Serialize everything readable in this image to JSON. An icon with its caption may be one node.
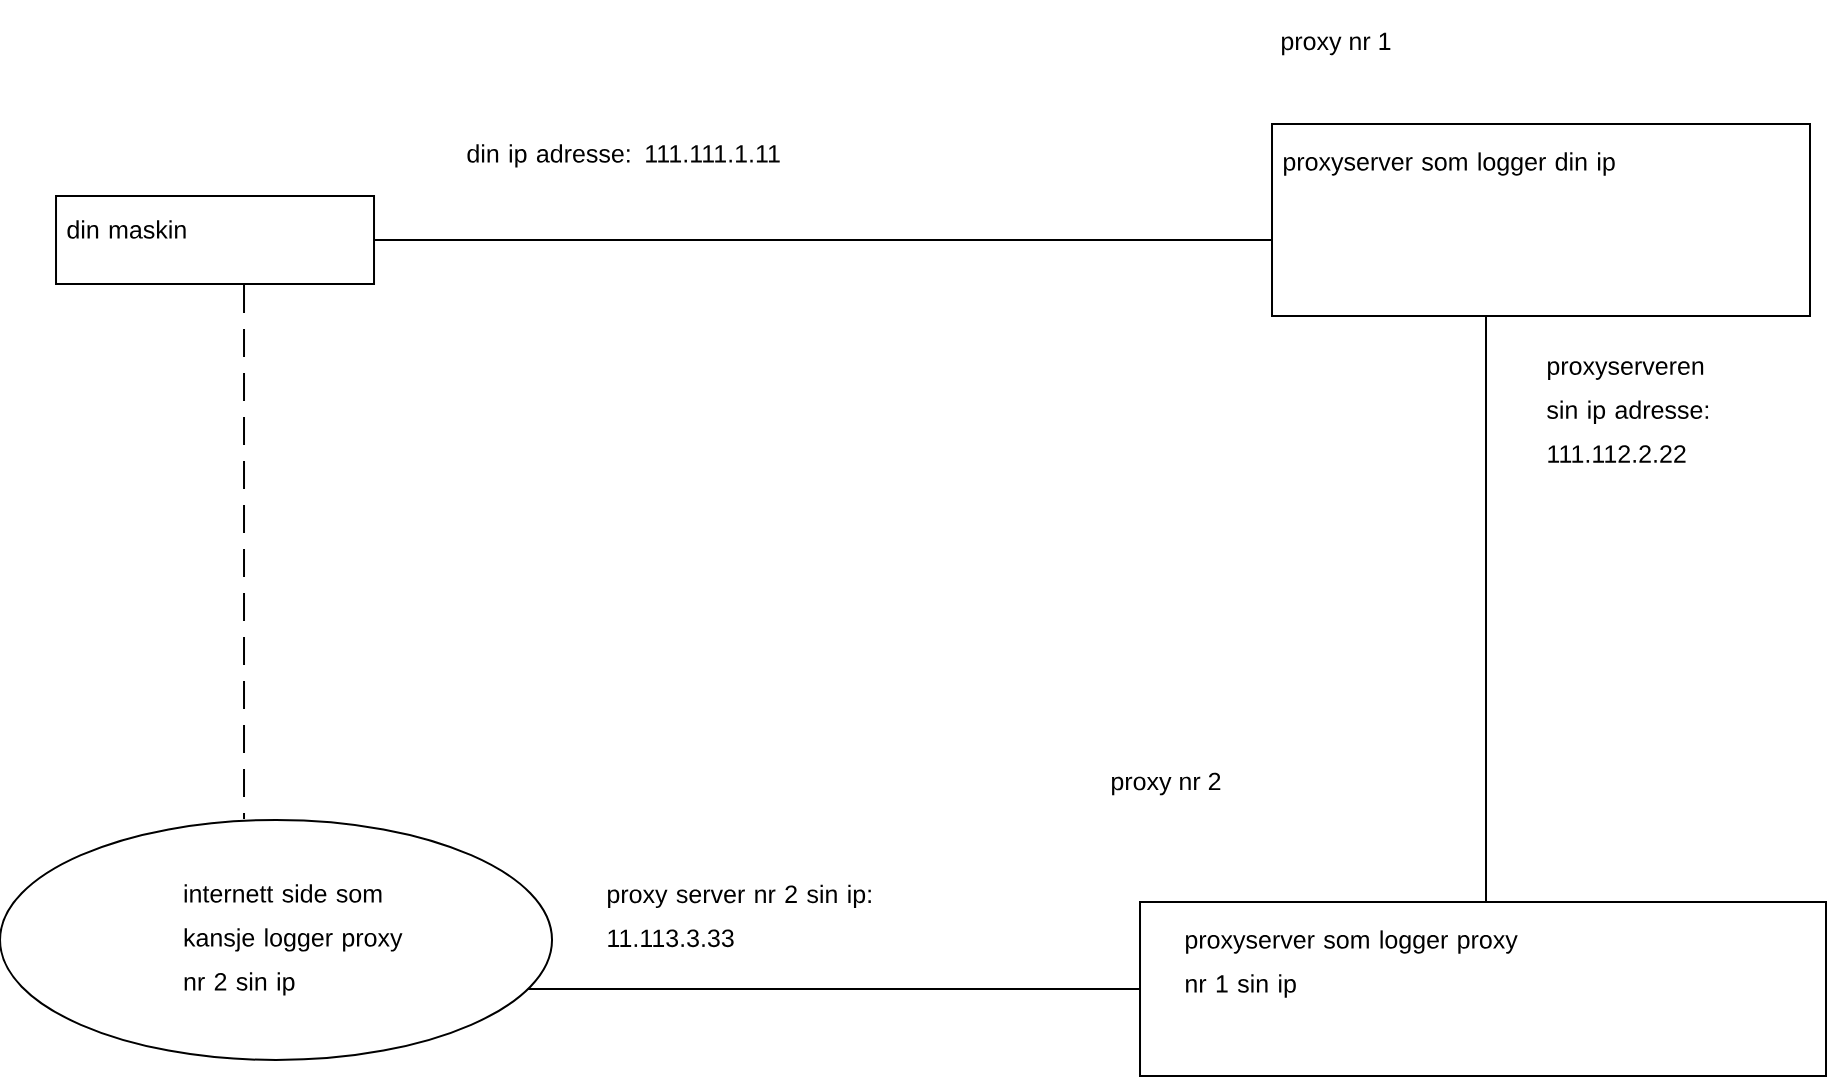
{
  "diagram": {
    "nodes": [
      {
        "text": [
          "din  maskin"
        ]
      },
      {
        "text": [
          "proxyserver som logger din ip"
        ],
        "beside": [
          "proxy nr 1"
        ]
      },
      {
        "text": [
          "internett side som kansje logger proxy nr 2 sin ip"
        ]
      },
      {
        "text": [
          "proxyserver som logger proxy nr 1 sin ip"
        ]
      }
    ],
    "labels": [
      "proxy nr 2"
    ],
    "edges": [
      {
        "from": 0,
        "to": 1,
        "arrow": "none",
        "label": "din ip adresse: 111.111.1.11"
      },
      {
        "from": 1,
        "to": 3,
        "arrow": "none",
        "label": "proxyserveren sin ip adresse: 111.112.2.22"
      },
      {
        "from": 3,
        "to": 2,
        "arrow": "none",
        "label": "proxy server nr 2 sin ip: 11.113.3.33"
      },
      {
        "from": 0,
        "to": 2,
        "arrow": "none",
        "style": "dashed"
      }
    ]
  }
}
